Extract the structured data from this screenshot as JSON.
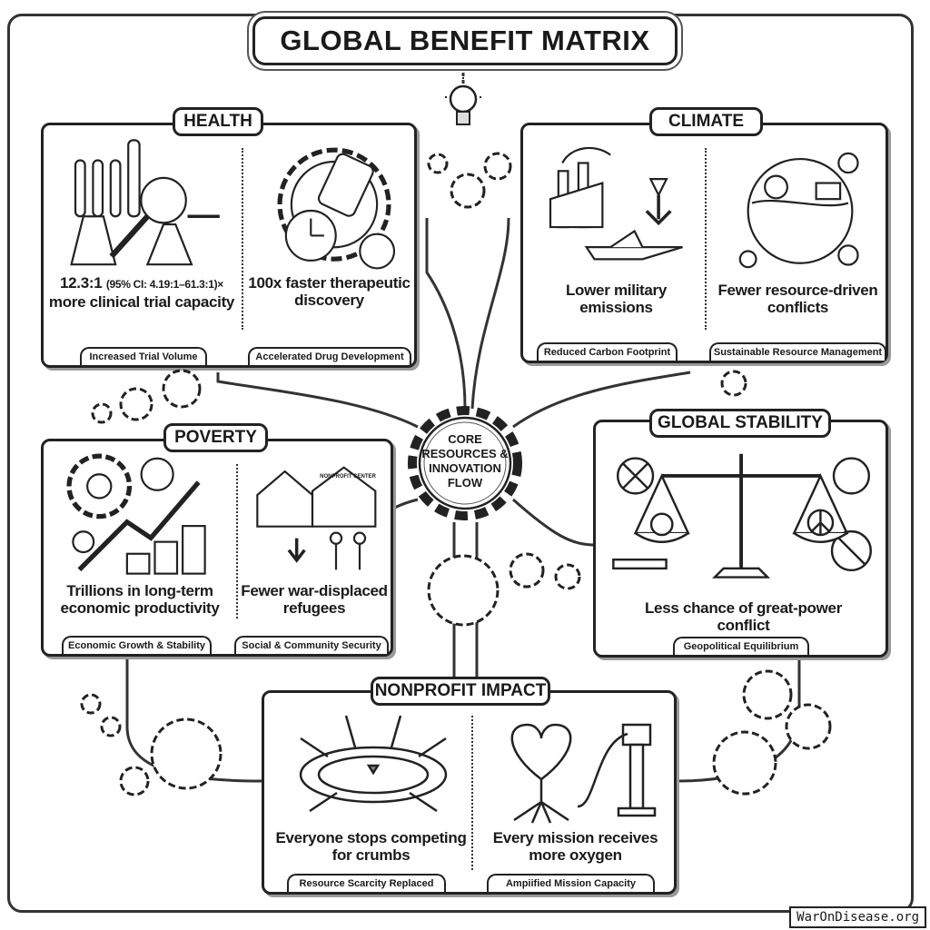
{
  "title": "GLOBAL BENEFIT MATRIX",
  "core": {
    "label": "CORE RESOURCES & INNOVATION FLOW"
  },
  "sections": {
    "health": {
      "label": "HEALTH",
      "left": {
        "caption_strong": "12.3:1",
        "caption_rest": "(95% CI: 4.19:1–61.3:1)×",
        "caption_line2": "more clinical trial capacity",
        "subtitle": "Increased Trial Volume"
      },
      "right": {
        "caption": "100x faster therapeutic discovery",
        "subtitle": "Accelerated Drug Development"
      }
    },
    "climate": {
      "label": "CLIMATE",
      "left": {
        "caption": "Lower military emissions",
        "subtitle": "Reduced Carbon Footprint"
      },
      "right": {
        "caption": "Fewer resource-driven conflicts",
        "subtitle": "Sustainable Resource Management"
      }
    },
    "poverty": {
      "label": "POVERTY",
      "left": {
        "caption": "Trillions in long-term economic productivity",
        "subtitle": "Economic Growth & Stability"
      },
      "right": {
        "caption": "Fewer war-displaced refugees",
        "subtitle": "Social & Community Security",
        "sign": "NONPROFIT CENTER"
      }
    },
    "stability": {
      "label": "GLOBAL STABILITY",
      "caption": "Less chance of great-power conflict",
      "subtitle": "Geopolitical Equilibrium"
    },
    "nonprofit": {
      "label": "NONPROFIT IMPACT",
      "left": {
        "caption": "Everyone stops competing for crumbs",
        "subtitle": "Resource Scarcity Replaced"
      },
      "right": {
        "caption": "Every mission receives more oxygen",
        "subtitle": "Ampiified Mission Capacity"
      }
    }
  },
  "footer": "WarOnDisease.org"
}
